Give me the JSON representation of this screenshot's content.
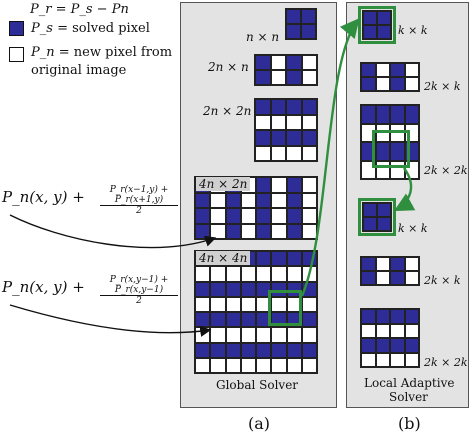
{
  "legend": {
    "pr_equation": "P_r = P_s − Pn",
    "items": [
      {
        "symbol": "P_s",
        "text": "= solved pixel",
        "color": "#2e2d97"
      },
      {
        "symbol": "P_n",
        "text": "= new pixel from",
        "text2": "original image",
        "color": "#ffffff"
      }
    ]
  },
  "formulas": {
    "horizontal": {
      "prefix": "P_n(x, y) +",
      "numerator": "P_r(x−1,y) + P_r(x+1,y)",
      "denominator": "2"
    },
    "vertical": {
      "prefix": "P_n(x, y) +",
      "numerator": "P_r(x,y−1) + P_r(x,y−1)",
      "denominator": "2"
    }
  },
  "global_solver": {
    "title": "Global Solver",
    "caption": "(a)",
    "levels": [
      {
        "label": "n × n",
        "rows": 2,
        "cols": 2,
        "pattern": "all"
      },
      {
        "label": "2n × n",
        "rows": 2,
        "cols": 4,
        "pattern": "evencols"
      },
      {
        "label": "2n × 2n",
        "rows": 4,
        "cols": 4,
        "pattern": "evenrows"
      },
      {
        "label": "4n × 2n",
        "rows": 4,
        "cols": 8,
        "pattern": "evencols"
      },
      {
        "label": "4n × 4n",
        "rows": 8,
        "cols": 8,
        "pattern": "evenrows"
      }
    ]
  },
  "local_solver": {
    "title_line1": "Local Adaptive",
    "title_line2": "Solver",
    "caption": "(b)",
    "levels": [
      {
        "label": "k × k",
        "rows": 2,
        "cols": 2,
        "pattern": "all"
      },
      {
        "label": "2k × k",
        "rows": 2,
        "cols": 4,
        "pattern": "evencols"
      },
      {
        "label": "2k × 2k",
        "rows": 4,
        "cols": 4,
        "pattern": "evenrows"
      },
      {
        "label": "k × k",
        "rows": 2,
        "cols": 2,
        "pattern": "all"
      },
      {
        "label": "2k × k",
        "rows": 2,
        "cols": 4,
        "pattern": "evencols"
      },
      {
        "label": "2k × 2k",
        "rows": 4,
        "cols": 4,
        "pattern": "evenrows"
      }
    ]
  },
  "colors": {
    "solved": "#2e2d97",
    "new": "#ffffff",
    "highlight": "#2f8f3f",
    "panel": "#e3e3e3"
  }
}
